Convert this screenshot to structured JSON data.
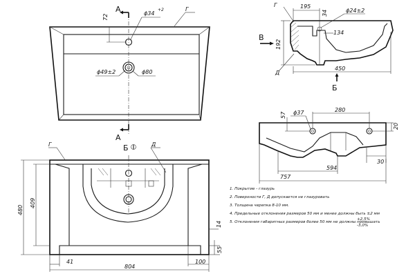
{
  "top_view": {
    "section_letter": "А",
    "dims": {
      "d72": "72",
      "phi34": "ϕ34",
      "phi34_tol": "+2",
      "g": "Г",
      "phi49": "ϕ49±2",
      "phi80": "ϕ80"
    }
  },
  "side_section": {
    "letter_g": "Г",
    "d195": "195",
    "d34": "34",
    "phi24": "ϕ24±2",
    "d134": "134",
    "d192": "192",
    "d450": "450",
    "view_b": "В",
    "letter_d": "Д",
    "view_bb": "Б"
  },
  "section_aa": {
    "phi37": "ϕ37",
    "d280": "280",
    "d57": "57",
    "d20": "20",
    "d30": "30",
    "d594": "594",
    "d757": "757"
  },
  "front_view": {
    "view_label": "Б",
    "letter_g": "Г",
    "letter_d": "Д",
    "d480": "480",
    "d409": "409",
    "d14": "14",
    "d55": "55",
    "d41": "41",
    "d804": "804",
    "d100": "100"
  },
  "notes": [
    "1. Покрытие - глазурь",
    "2. Поверхности Г, Д допускается не глазуровать",
    "3. Толщина черепка 8-10 мм.",
    "4. Предельные отклонения размеров 50 мм и менее должны быть ±2 мм",
    "5. Отклонения габаритных размеров более 50 мм не должны превышать"
  ],
  "tolerance_upper": "+2,5%",
  "tolerance_lower": "-3,0%"
}
